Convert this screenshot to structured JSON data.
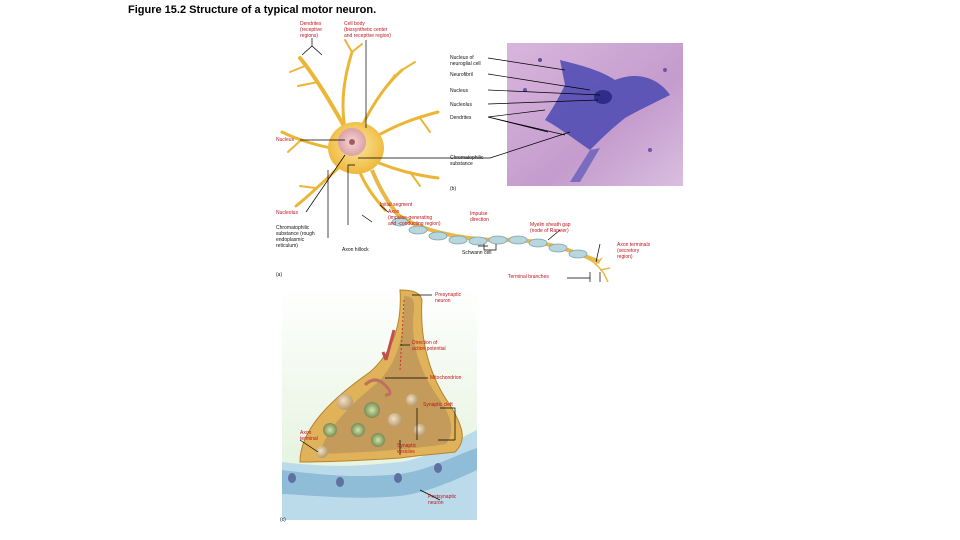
{
  "title": "Figure 15.2 Structure of a typical motor neuron.",
  "labels": {
    "dendrites_a": "Dendrites\n(receptive\nregions)",
    "cell_body": "Cell body\n(biosynthetic center\nand receptive region)",
    "nucleus_neuroglial": "Nucleus of\nneuroglial cell",
    "neurofibril": "Neurofibril",
    "nucleus_b": "Nucleus",
    "nucleolus_b": "Nucleolus",
    "dendrites_b": "Dendrites",
    "nucleus_a": "Nucleus",
    "chromatophilic_b": "Chromatophilic\nsubstance",
    "initial_segment": "Initial segment",
    "axon": "Axon\n(impulse-generating\nand -conducting region)",
    "impulse_direction": "Impulse\ndirection",
    "myelin_gap": "Myelin sheath gap\n(node of Ranvier)",
    "nucleolus_a": "Nucleolus",
    "chromatophilic_a": "Chromatophilic\nsubstance (rough\nendoplasmic\nreticulum)",
    "axon_hillock": "Axon hillock",
    "schwann_cell": "Schwann cell",
    "axon_terminals": "Axon terminals\n(secretory\nregion)",
    "terminal_branches": "Terminal branches",
    "presynaptic": "Presynaptic\nneuron",
    "direction_ap": "Direction of\naction potential",
    "mitochondrion": "Mitochondrion",
    "synaptic_cleft": "Synaptic cleft",
    "axon_terminal_c": "Axon\nterminal",
    "synaptic_vesicles": "Synaptic\nvesicles",
    "postsynaptic": "Postsynaptic\nneuron"
  },
  "panels": {
    "a": "(a)",
    "b": "(b)",
    "c": "(c)"
  },
  "colors": {
    "label_red": "#c0141c",
    "neuron_yellow": "#f2c84b",
    "histology_purple": "#b07fc0",
    "myelin": "#b8d6dc"
  }
}
